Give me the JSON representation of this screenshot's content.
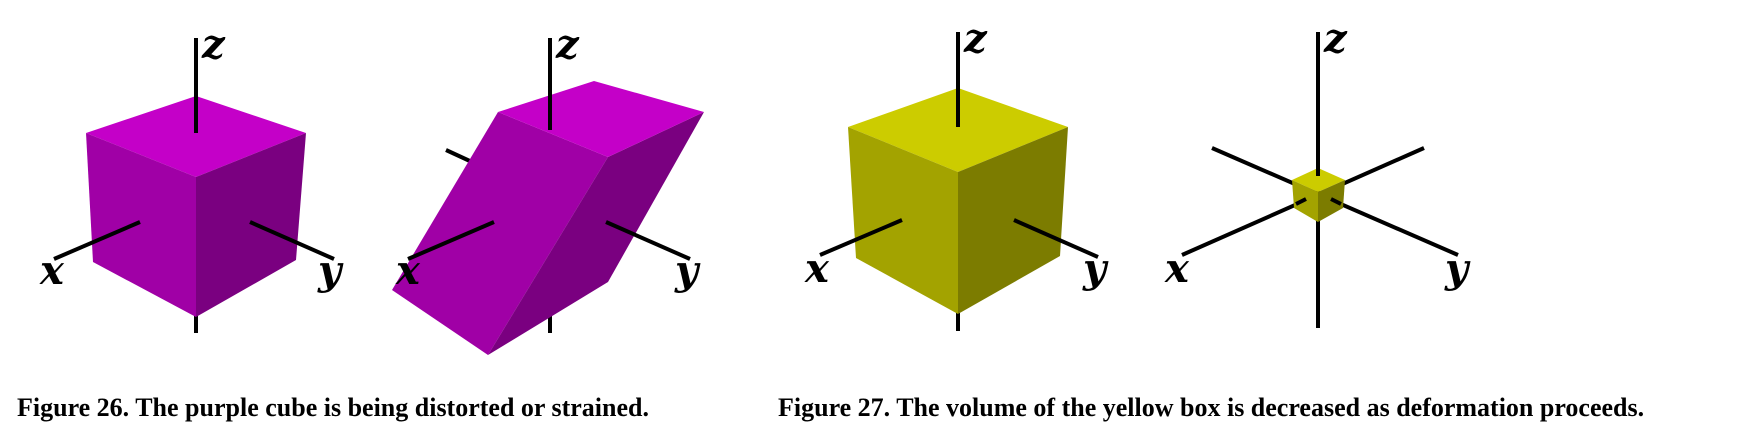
{
  "colors": {
    "purple_top": "#c400c8",
    "purple_left": "#a000a6",
    "purple_right": "#7a0080",
    "yellow_top": "#cccc00",
    "yellow_left": "#a3a300",
    "yellow_right": "#7c7c00",
    "axis": "#000000"
  },
  "axis_labels": {
    "x": "x",
    "y": "y",
    "z": "z"
  },
  "figures": {
    "fig26": {
      "caption": "Figure 26. The purple cube is being distorted or strained."
    },
    "fig27": {
      "caption": "Figure 27. The volume of the yellow box is decreased as deformation proceeds."
    }
  }
}
